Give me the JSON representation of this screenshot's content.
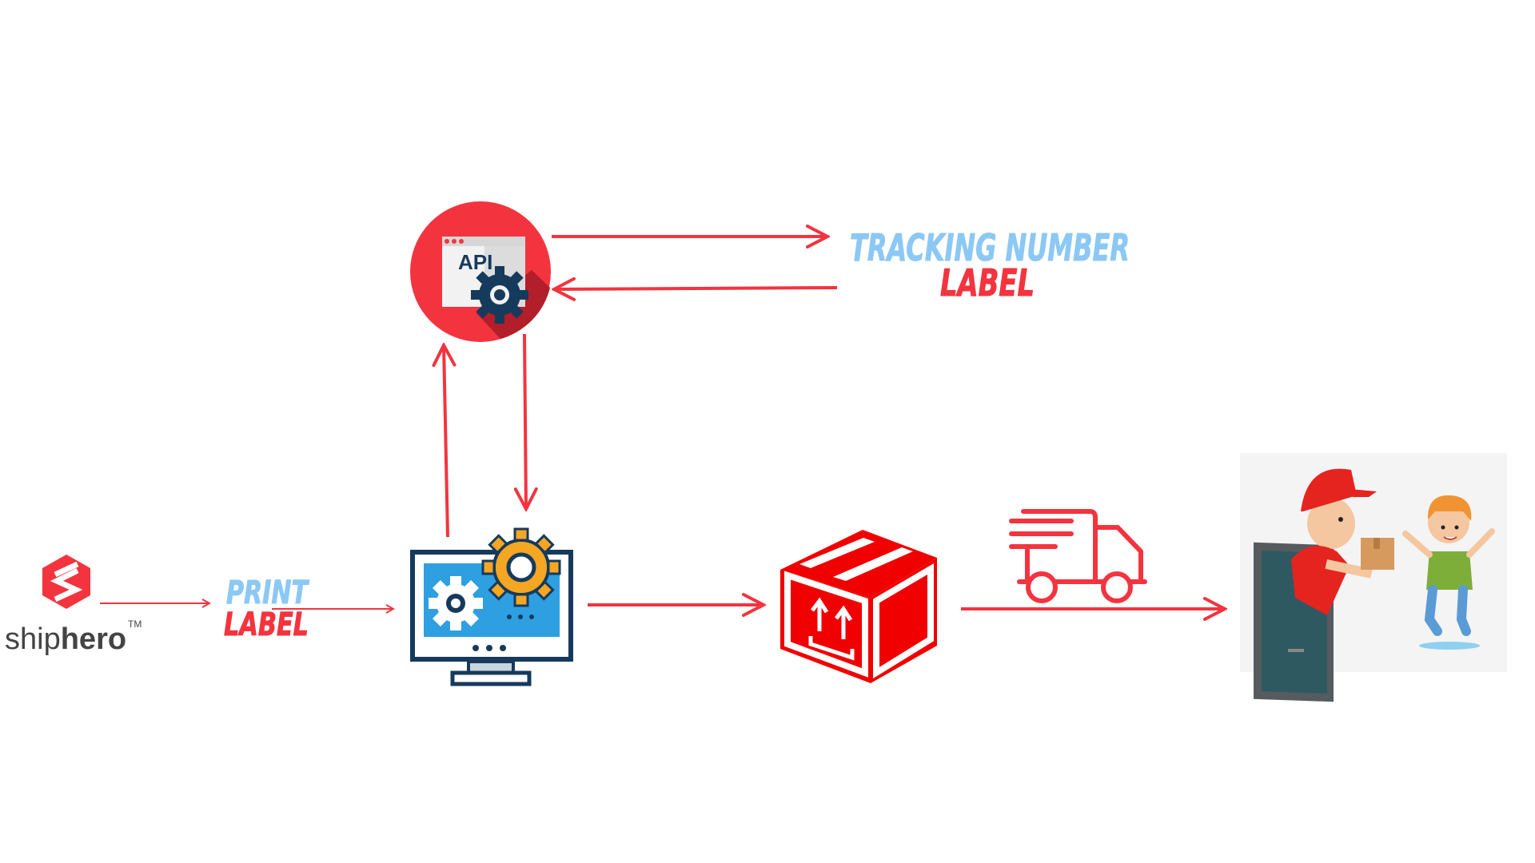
{
  "colors": {
    "red": "#F3343F",
    "dark_red": "#B21E2A",
    "light_blue": "#8CC8F4",
    "navy": "#163A5C",
    "screen_blue": "#2E9FE0",
    "gear_orange": "#F5A623",
    "box_red": "#F00000"
  },
  "logo": {
    "name_regular": "ship",
    "name_bold": "hero",
    "trademark": "TM",
    "icon": "shiphero-s-logo"
  },
  "api_node": {
    "text": "API",
    "icon": "api-gear-icon"
  },
  "tracking": {
    "line1": "TRACKING NUMBER",
    "line2": "LABEL"
  },
  "print": {
    "line1": "PRINT",
    "line2": "LABEL"
  },
  "nodes": {
    "computer": "computer-settings-icon",
    "package": "package-box-icon",
    "truck": "delivery-truck-icon",
    "delivery": "courier-delivery-illustration"
  }
}
